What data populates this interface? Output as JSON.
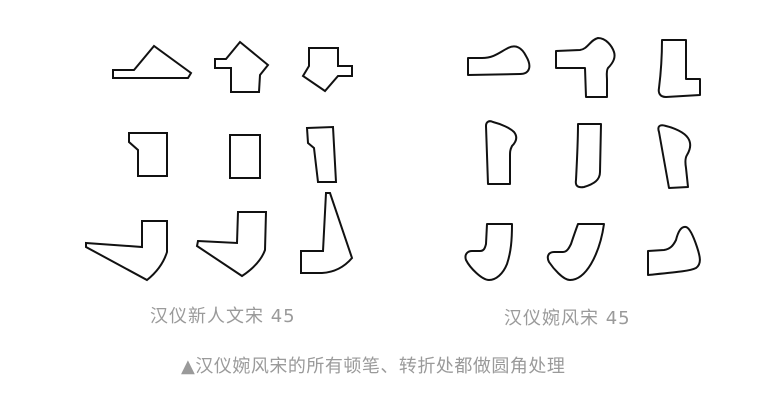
{
  "panels": {
    "left": {
      "label": "汉仪新人文宋 45",
      "shape_style": "angular corners"
    },
    "right": {
      "label": "汉仪婉风宋 45",
      "shape_style": "rounded corners"
    }
  },
  "caption": "▲汉仪婉风宋的所有顿笔、转折处都做圆角处理",
  "colors": {
    "stroke": "#111111",
    "label_text": "#9a9a9a",
    "background": "#ffffff",
    "divider": "#111111"
  },
  "grid": {
    "rows": 3,
    "cols": 3
  }
}
